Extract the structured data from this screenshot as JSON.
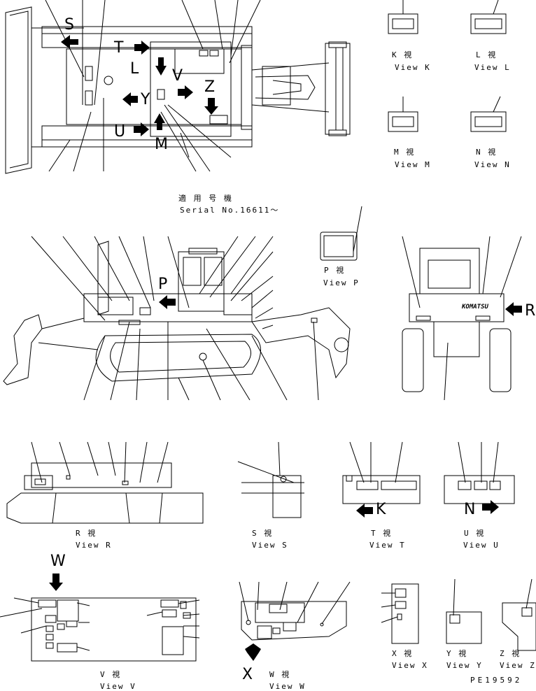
{
  "letters": {
    "S": "S",
    "T": "T",
    "L": "L",
    "V": "V",
    "Z": "Z",
    "Y": "Y",
    "U": "U",
    "M": "M",
    "P": "P",
    "R": "R",
    "K": "K",
    "N": "N",
    "W": "W",
    "X": "X"
  },
  "serial": {
    "jp": "適 用 号 機",
    "en": "Serial No.16611～"
  },
  "brand": "KOMATSU",
  "views": {
    "K": {
      "jp": "K 視",
      "en": "View K"
    },
    "L": {
      "jp": "L 視",
      "en": "View L"
    },
    "M": {
      "jp": "M 視",
      "en": "View M"
    },
    "N": {
      "jp": "N 視",
      "en": "View N"
    },
    "P": {
      "jp": "P 視",
      "en": "View P"
    },
    "R": {
      "jp": "R 視",
      "en": "View R"
    },
    "S": {
      "jp": "S 視",
      "en": "View S"
    },
    "T": {
      "jp": "T 視",
      "en": "View T"
    },
    "U": {
      "jp": "U 視",
      "en": "View U"
    },
    "V": {
      "jp": "V 視",
      "en": "View V"
    },
    "W": {
      "jp": "W 視",
      "en": "View W"
    },
    "X": {
      "jp": "X 視",
      "en": "View X"
    },
    "Y": {
      "jp": "Y 視",
      "en": "View Y"
    },
    "Z": {
      "jp": "Z 視",
      "en": "View Z"
    }
  },
  "part_number": "PE19592"
}
